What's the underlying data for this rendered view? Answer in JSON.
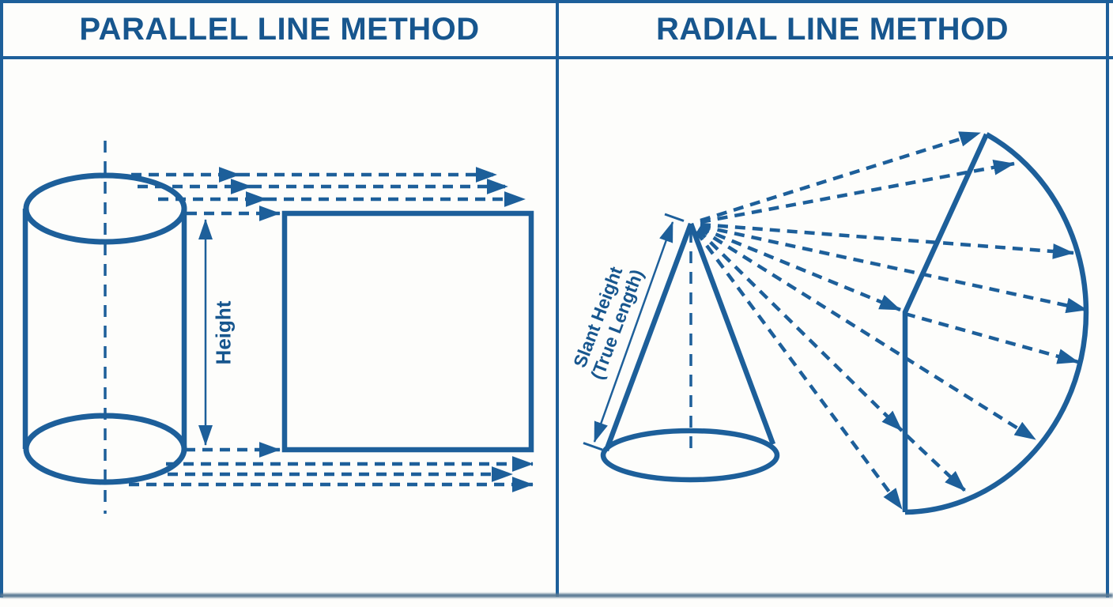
{
  "header": {
    "left_title": "PARALLEL LINE METHOD",
    "right_title": "RADIAL LINE METHOD"
  },
  "labels": {
    "height": "Height",
    "slant_line1": "Slant Height",
    "slant_line2": "(True Length)"
  },
  "colors": {
    "line": "#1d5f9a",
    "title": "#17568e",
    "background": "#fdfdfb",
    "bottom_border": "#5b7a94"
  }
}
